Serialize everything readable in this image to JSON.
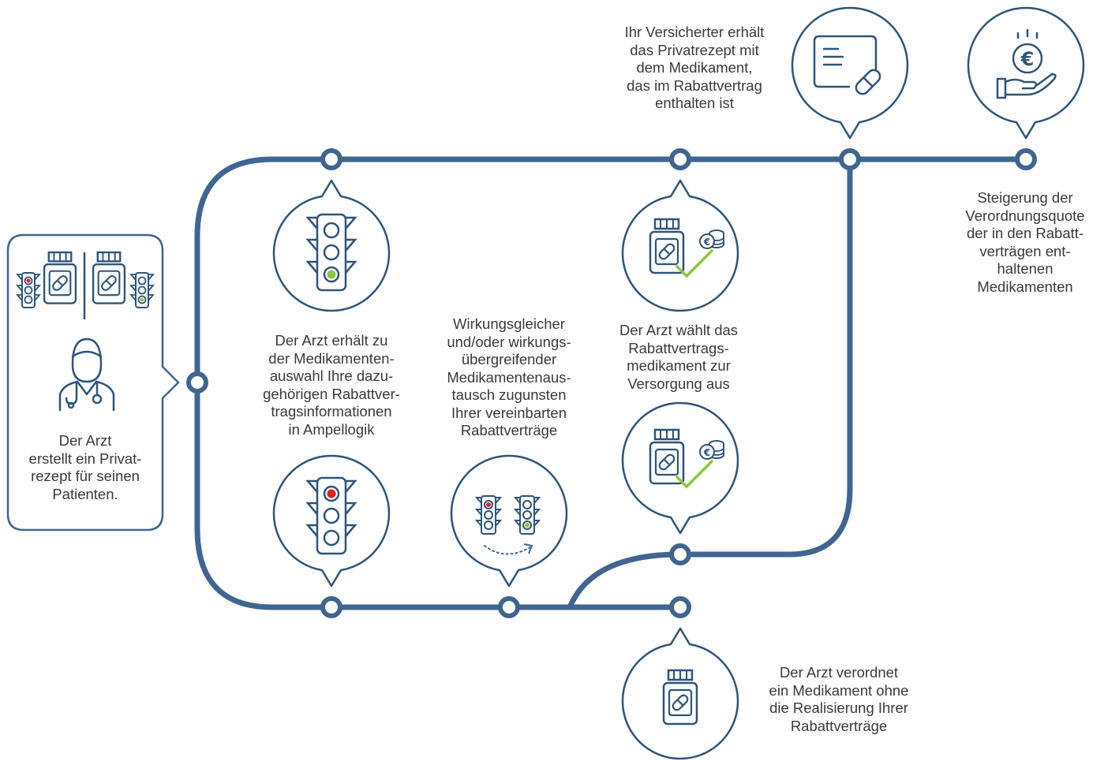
{
  "colors": {
    "track": "#3f6590",
    "outline": "#2f5479",
    "text": "#3a3a3a",
    "light_red": "#e02222",
    "light_green": "#8cc63f",
    "check": "#8cc63f",
    "arrow_dotted": "#3f6590"
  },
  "steps": {
    "start": "Der Arzt\nerstellt ein Privat-\nrezept für seinen\nPatienten.",
    "rabatt_info": "Der Arzt erhält zu\nder Medikamenten-\nauswahl Ihre dazu-\ngehörigen Rabattver-\ntragsinformationen\nin Ampellogik",
    "austausch": "Wirkungsgleicher\nund/oder wirkungs-\nübergreifender\nMedikamentenaus-\ntausch zugunsten\nIhrer vereinbarten\nRabattverträge",
    "waehlt": "Der Arzt wählt das\nRabattvertrags-\nmedikament zur\nVersorgung aus",
    "versicherter": "Ihr Versicherter erhält\ndas Privatrezept mit\ndem Medikament,\ndas im Rabattvertrag\nenthalten ist",
    "steigerung": "Steigerung der\nVerordnungsquote\nder in den Rabatt-\nverträgen ent-\nhaltenen\nMedikamenten",
    "ohne": "Der Arzt verordnet\nein Medikament ohne\ndie Realisierung Ihrer\nRabattverträge"
  },
  "icons": {
    "start_box": [
      "traffic-light-icon",
      "medicine-bottle-icon",
      "doctor-icon"
    ],
    "green_light": "traffic-light-green-icon",
    "red_light": "traffic-light-red-icon",
    "switch": "traffic-light-switch-icon",
    "bottle_coins_top": "medicine-coins-check-icon",
    "bottle_coins_mid": "medicine-coins-check-icon",
    "prescription": "prescription-card-icon",
    "euro_hand": "euro-hand-icon",
    "bottle_plain": "medicine-bottle-icon"
  }
}
